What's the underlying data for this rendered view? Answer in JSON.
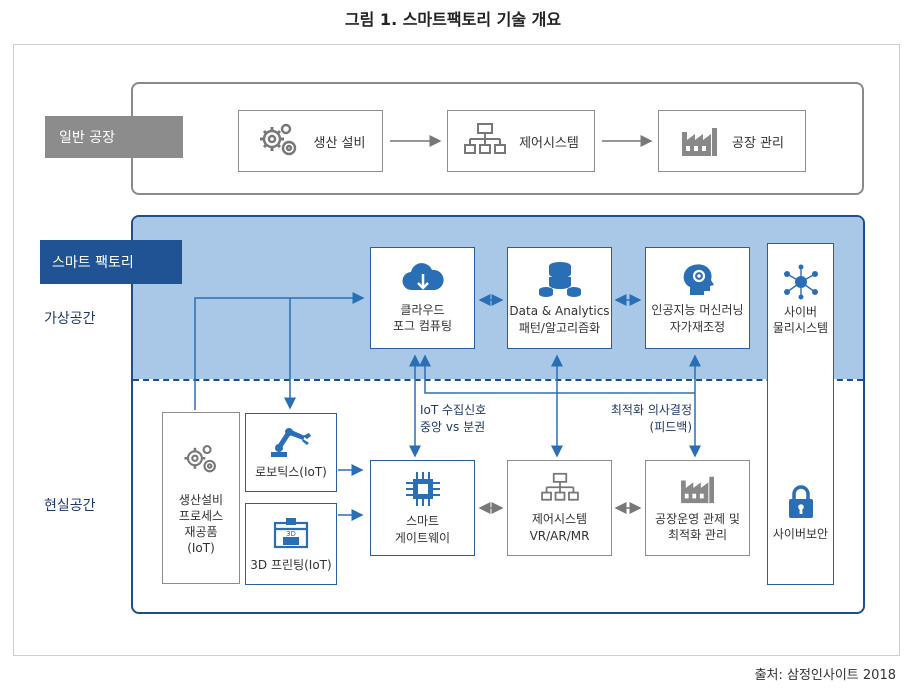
{
  "title": "그림 1. 스마트팩토리 기술 개요",
  "source": "출처: 삼정인사이트 2018",
  "general": {
    "label": "일반 공장",
    "items": [
      "생산 설비",
      "제어시스템",
      "공장 관리"
    ]
  },
  "smart": {
    "label": "스마트 팩토리",
    "virtual_label": "가상공간",
    "real_label": "현실공간",
    "cloud": [
      "클라우드",
      "포그 컴퓨팅"
    ],
    "analytics": [
      "Data & Analytics",
      "패턴/알고리즘화"
    ],
    "ai": [
      "인공지능 머신러닝",
      "자가재조정"
    ],
    "cps": [
      "사이버",
      "물리시스템"
    ],
    "cyber_security": "사이버보안",
    "equipment": [
      "생산설비",
      "프로세스",
      "재공품",
      "(IoT)"
    ],
    "robotics": "로보틱스(IoT)",
    "printing": "3D 프린팅(IoT)",
    "gateway": [
      "스마트",
      "게이트웨이"
    ],
    "control": [
      "제어시스템",
      "VR/AR/MR"
    ],
    "ops": [
      "공장운영 관제 및",
      "최적화 관리"
    ],
    "iot_note": [
      "IoT 수집신호",
      "중앙 vs 분권"
    ],
    "decision_note": [
      "최적화 의사결정",
      "(피드백)"
    ]
  },
  "colors": {
    "navy": "#1f5394",
    "light_blue": "#a9c8e8",
    "gray": "#8c8c8c"
  }
}
